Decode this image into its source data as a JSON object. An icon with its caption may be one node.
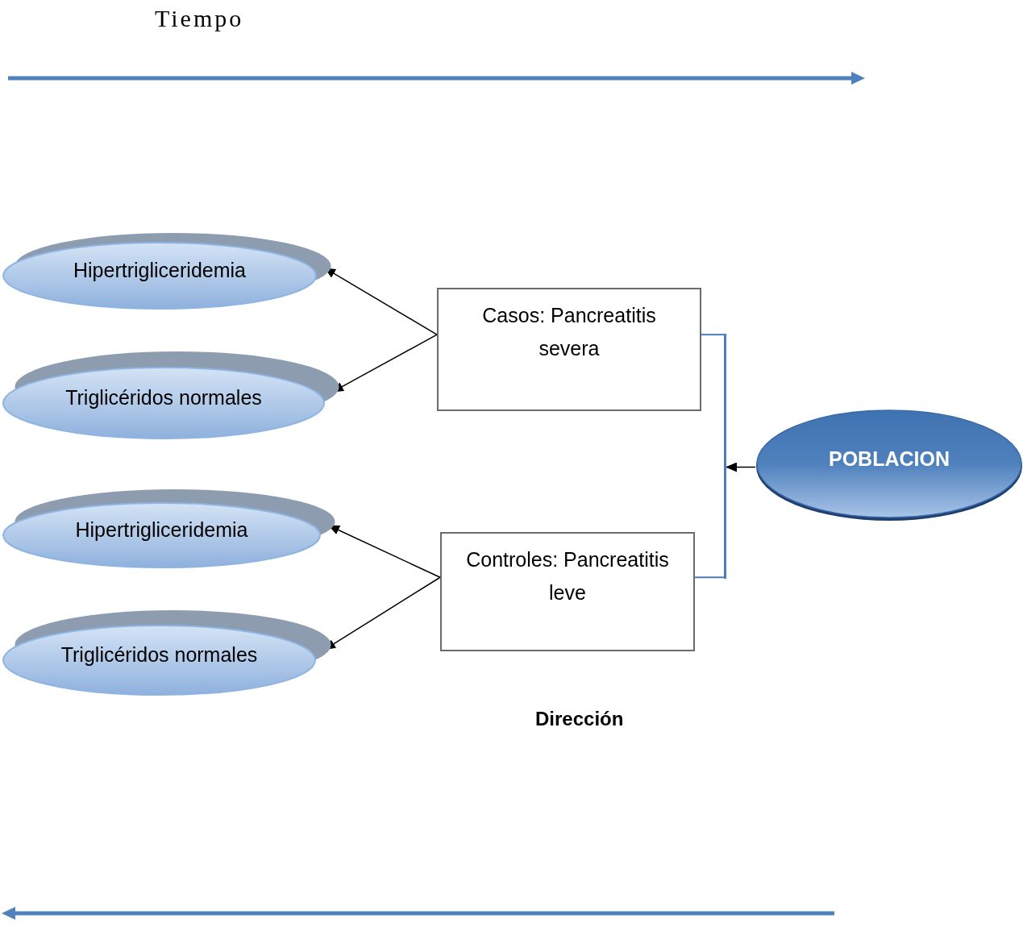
{
  "diagram": {
    "nodes": [
      {
        "text": [
          "Hipertrigliceridemia"
        ]
      },
      {
        "text": [
          "Triglicéridos normales"
        ]
      },
      {
        "text": [
          "Hipertrigliceridemia"
        ]
      },
      {
        "text": [
          "Triglicéridos normales"
        ]
      },
      {
        "text": [
          "Casos: Pancreatitis severa"
        ]
      },
      {
        "text": [
          "Controles: Pancreatitis leve"
        ]
      },
      {
        "text": [
          "POBLACION"
        ]
      },
      {
        "text": [],
        "shape": "bar"
      }
    ],
    "edges": [
      {
        "from": 4,
        "to": 0,
        "arrow": "to"
      },
      {
        "from": 4,
        "to": 1,
        "arrow": "to"
      },
      {
        "from": 5,
        "to": 2,
        "arrow": "to"
      },
      {
        "from": 5,
        "to": 3,
        "arrow": "to"
      },
      {
        "from": 6,
        "to": 7,
        "arrow": "to"
      },
      {
        "from": 7,
        "to": 4,
        "arrow": "none",
        "color": "#4a7ebb"
      },
      {
        "from": 7,
        "to": 5,
        "arrow": "none",
        "color": "#4a7ebb"
      }
    ],
    "labels": [
      "Tiempo",
      "Dirección"
    ]
  }
}
